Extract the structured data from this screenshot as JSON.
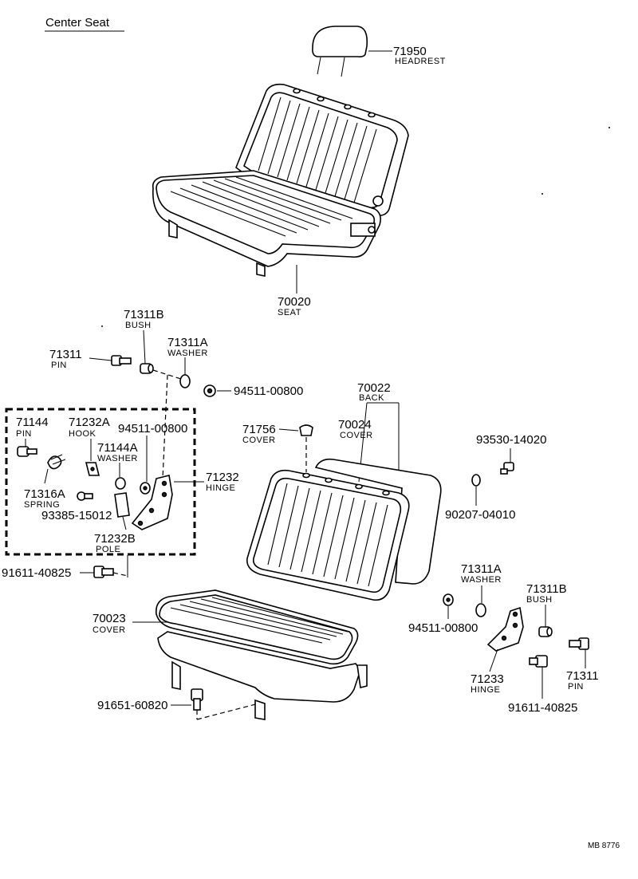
{
  "title": "Center Seat",
  "footer_code": "MB 8776",
  "parts": {
    "headrest": {
      "number": "71950",
      "name": "HEADREST"
    },
    "seat": {
      "number": "70020",
      "name": "SEAT"
    },
    "bush_left": {
      "number": "71311B",
      "name": "BUSH"
    },
    "washer_left": {
      "number": "71311A",
      "name": "WASHER"
    },
    "pin_left": {
      "number": "71311",
      "name": "PIN"
    },
    "nut_left_top": {
      "number": "94511-00800"
    },
    "back": {
      "number": "70022",
      "name": "BACK"
    },
    "back_cover": {
      "number": "70024",
      "name": "COVER"
    },
    "cap_cover": {
      "number": "71756",
      "name": "COVER"
    },
    "pin_71144": {
      "number": "71144",
      "name": "PIN"
    },
    "hook": {
      "number": "71232A",
      "name": "HOOK"
    },
    "nut_in_box": {
      "number": "94511-00800"
    },
    "washer_71144a": {
      "number": "71144A",
      "name": "WASHER"
    },
    "hinge_left": {
      "number": "71232",
      "name": "HINGE"
    },
    "spring": {
      "number": "71316A",
      "name": "SPRING"
    },
    "screw_93385": {
      "number": "93385-15012"
    },
    "pole": {
      "number": "71232B",
      "name": "POLE"
    },
    "bolt_left": {
      "number": "91611-40825"
    },
    "bolt_93530": {
      "number": "93530-14020"
    },
    "washer_90207": {
      "number": "90207-04010"
    },
    "seat_cover": {
      "number": "70023",
      "name": "COVER"
    },
    "washer_right": {
      "number": "71311A",
      "name": "WASHER"
    },
    "bush_right": {
      "number": "71311B",
      "name": "BUSH"
    },
    "nut_right": {
      "number": "94511-00800"
    },
    "hinge_right": {
      "number": "71233",
      "name": "HINGE"
    },
    "pin_right": {
      "number": "71311",
      "name": "PIN"
    },
    "bolt_right": {
      "number": "91611-40825"
    },
    "bolt_bottom": {
      "number": "91651-60820"
    }
  }
}
